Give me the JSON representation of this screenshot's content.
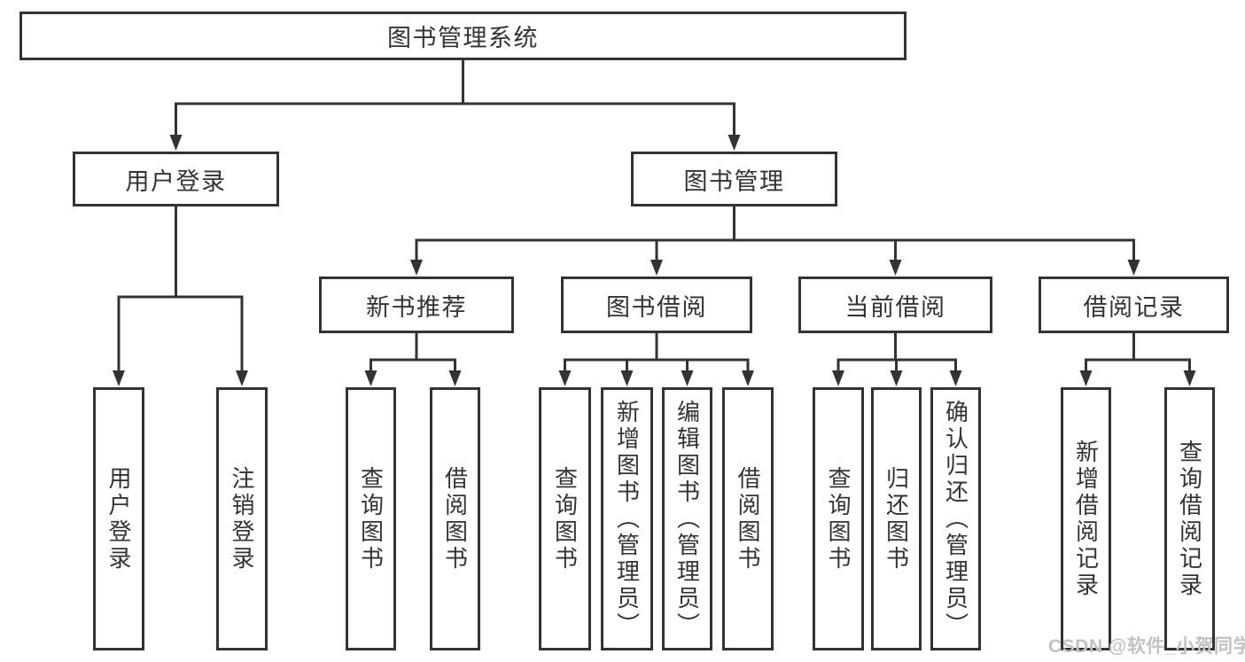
{
  "tree": {
    "root": {
      "label": "图书管理系统",
      "children": [
        {
          "label": "用户登录",
          "children": [
            {
              "label": "用户登录"
            },
            {
              "label": "注销登录"
            }
          ]
        },
        {
          "label": "图书管理",
          "children": [
            {
              "label": "新书推荐",
              "children": [
                {
                  "label": "查询图书"
                },
                {
                  "label": "借阅图书"
                }
              ]
            },
            {
              "label": "图书借阅",
              "children": [
                {
                  "label": "查询图书"
                },
                {
                  "label": "新增图书（管理员）"
                },
                {
                  "label": "编辑图书（管理员）"
                },
                {
                  "label": "借阅图书"
                }
              ]
            },
            {
              "label": "当前借阅",
              "children": [
                {
                  "label": "查询图书"
                },
                {
                  "label": "归还图书"
                },
                {
                  "label": "确认归还（管理员）"
                }
              ]
            },
            {
              "label": "借阅记录",
              "children": [
                {
                  "label": "新增借阅记录"
                },
                {
                  "label": "查询借阅记录"
                }
              ]
            }
          ]
        }
      ]
    }
  },
  "watermark": {
    "text": "CSDN @软件_小贺同学"
  },
  "colors": {
    "line": "#333333",
    "text": "#333333",
    "background": "#ffffff",
    "watermark": "#c2c2c2"
  }
}
